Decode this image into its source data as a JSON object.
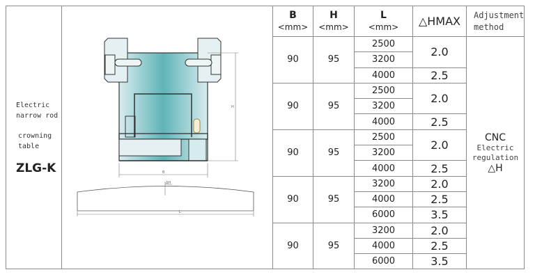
{
  "product": {
    "name_line1": "Electric",
    "name_line2": "narrow rod",
    "name_line3": "crowning",
    "name_line4": "table",
    "model": "ZLG-K"
  },
  "drawing": {
    "dim_b": "B",
    "dim_h": "H",
    "dim_l": "L",
    "dim_dh": "ΔH"
  },
  "headers": {
    "b": "B",
    "b_unit": "<mm>",
    "h": "H",
    "h_unit": "<mm>",
    "l": "L",
    "l_unit": "<mm>",
    "dh": "△HMAX",
    "adj_line1": "Adjustment",
    "adj_line2": "method"
  },
  "adjustment": {
    "line1": "CNC",
    "line2": "Electric",
    "line3": "regulation",
    "line4": "△H"
  },
  "groups": [
    {
      "b": "90",
      "h": "95",
      "rows": [
        {
          "l": "2500",
          "dh": "2.0",
          "span": 2
        },
        {
          "l": "3200"
        },
        {
          "l": "4000",
          "dh": "2.5",
          "span": 1
        }
      ]
    },
    {
      "b": "90",
      "h": "95",
      "rows": [
        {
          "l": "2500",
          "dh": "2.0",
          "span": 2
        },
        {
          "l": "3200"
        },
        {
          "l": "4000",
          "dh": "2.5",
          "span": 1
        }
      ]
    },
    {
      "b": "90",
      "h": "95",
      "rows": [
        {
          "l": "2500",
          "dh": "2.0",
          "span": 2
        },
        {
          "l": "3200"
        },
        {
          "l": "4000",
          "dh": "2.5",
          "span": 1
        }
      ]
    },
    {
      "b": "90",
      "h": "95",
      "rows": [
        {
          "l": "3200",
          "dh": "2.0",
          "span": 1
        },
        {
          "l": "4000",
          "dh": "2.5",
          "span": 1
        },
        {
          "l": "6000",
          "dh": "3.5",
          "span": 1
        }
      ]
    },
    {
      "b": "90",
      "h": "95",
      "rows": [
        {
          "l": "3200",
          "dh": "2.0",
          "span": 1
        },
        {
          "l": "4000",
          "dh": "2.5",
          "span": 1
        },
        {
          "l": "6000",
          "dh": "3.5",
          "span": 1
        }
      ]
    }
  ]
}
